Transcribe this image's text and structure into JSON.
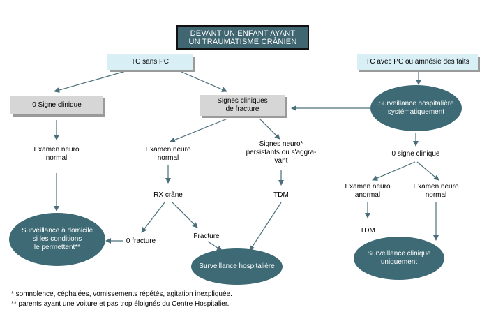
{
  "title": "DEVANT UN ENFANT AYANT\nUN TRAUMATISME CRÂNIEN",
  "nodes": {
    "tc_sans_pc": "TC sans PC",
    "tc_avec_pc": "TC avec PC ou amnésie des faits",
    "zero_signe": "0 Signe clinique",
    "signes_fracture": "Signes cliniques\nde fracture",
    "surveillance_systematique": "Surveillance hospitalière\nsystématiquement",
    "examen_normal_left": "Examen neuro\nnormal",
    "examen_normal_mid": "Examen neuro\nnormal",
    "signes_neuro": "Signes  neuro*\npersistants ou s'aggra-\nvant",
    "zero_signe_right": "0 signe clinique",
    "examen_anormal_right": "Examen neuro\nanormal",
    "examen_normal_right": "Examen neuro\nnormal",
    "rx_crane": "RX crâne",
    "tdm_mid": "TDM",
    "tdm_right": "TDM",
    "surveillance_domicile": "Surveillance à domicile\nsi les conditions\nle permettent**",
    "zero_fracture": "0 fracture",
    "fracture": "Fracture",
    "surveillance_hospitaliere": "Surveillance hospitalière",
    "surveillance_clinique": "Surveillance clinique\nuniquement"
  },
  "footnotes": [
    "* somnolence, céphalées, vomissements répétés, agitation inexpliquée.",
    "** parents ayant une voiture et pas trop éloignés du Centre Hospitalier."
  ],
  "colors": {
    "title_bg": "#3f6671",
    "ellipse_bg": "#3d6a74",
    "light_box": "#d8eff6",
    "grey_box": "#d6d6d6",
    "arrow": "#4a6f7a"
  }
}
